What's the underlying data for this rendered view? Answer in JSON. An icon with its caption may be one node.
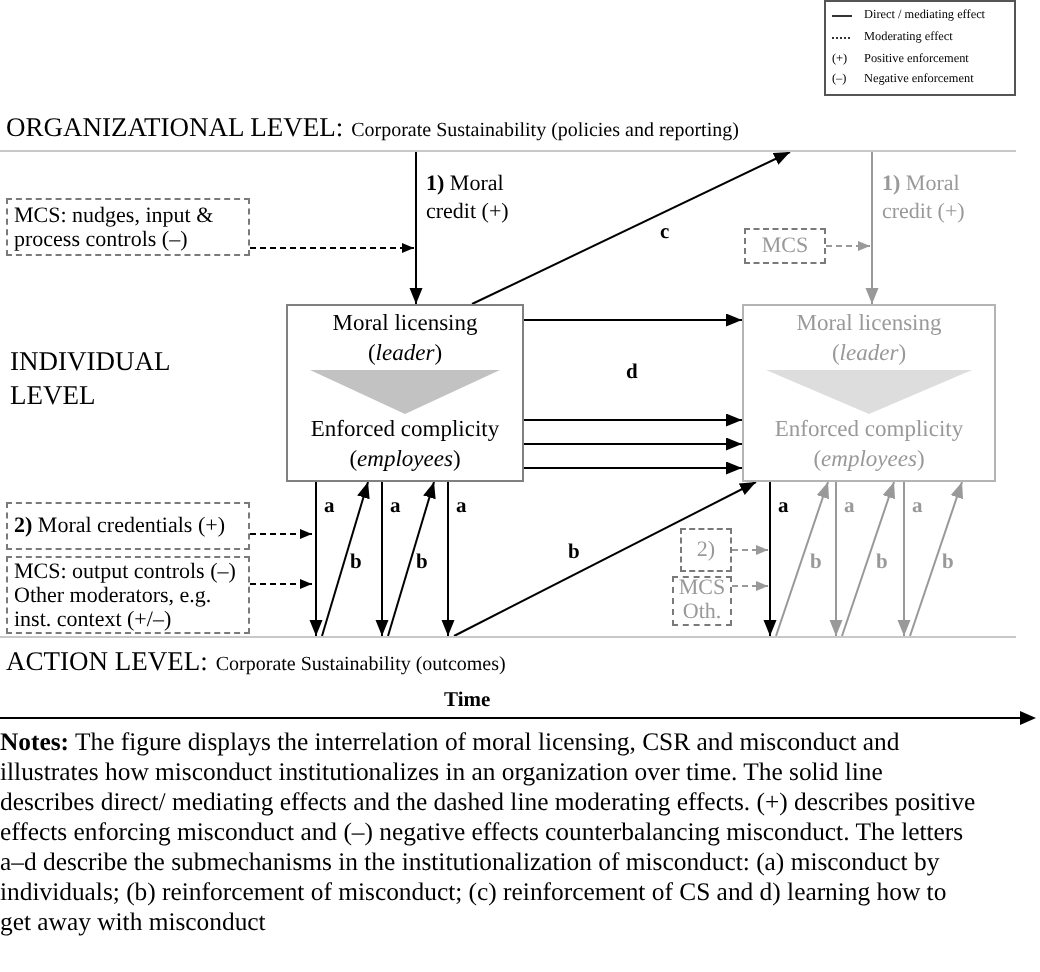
{
  "diagram": {
    "nodes": [
      {
        "text": [
          "ORGANIZATIONAL LEVEL:",
          "Corporate Sustainability (policies and reporting)"
        ]
      },
      {
        "text": [
          "MCS: nudges, input & process controls (–)"
        ]
      },
      {
        "text": [
          "MCS"
        ]
      },
      {
        "text": [
          "Moral licensing (*leader*)",
          "Enforced complicity (*employees*)"
        ]
      },
      {
        "text": [
          "Moral licensing (*leader*)",
          "Enforced complicity (*employees*)"
        ]
      },
      {
        "text": [
          "**2)** Moral credentials (+)"
        ]
      },
      {
        "text": [
          "MCS: output controls (–)",
          "Other moderators, e.g. inst. context (+/–)"
        ]
      },
      {
        "text": [
          "2)"
        ]
      },
      {
        "text": [
          "MCS",
          "Oth."
        ]
      },
      {
        "text": [
          "ACTION LEVEL:",
          "Corporate Sustainability (outcomes)"
        ]
      }
    ],
    "edges": [
      {
        "from": 0,
        "to": 3,
        "arrow": "to",
        "label": "**1)** Moral credit (+)"
      },
      {
        "from": 1,
        "to": null,
        "arrow": "to",
        "style": "dashed"
      },
      {
        "from": 3,
        "to": 0,
        "arrow": "to",
        "label": "c"
      },
      {
        "from": 0,
        "to": 4,
        "arrow": "to",
        "label": "**1)** Moral credit (+)",
        "color": "#999999"
      },
      {
        "from": 2,
        "to": null,
        "arrow": "to",
        "style": "dashed",
        "color": "#999999"
      },
      {
        "from": 3,
        "to": 4,
        "arrow": "to",
        "label": "d"
      },
      {
        "from": 3,
        "to": 4,
        "arrow": "to"
      },
      {
        "from": 3,
        "to": 4,
        "arrow": "to"
      },
      {
        "from": 3,
        "to": 4,
        "arrow": "to"
      },
      {
        "from": 3,
        "to": 9,
        "arrow": "to",
        "label": "a"
      },
      {
        "from": 9,
        "to": 3,
        "arrow": "to",
        "label": "b"
      },
      {
        "from": 3,
        "to": 9,
        "arrow": "to",
        "label": "a"
      },
      {
        "from": 9,
        "to": 3,
        "arrow": "to",
        "label": "b"
      },
      {
        "from": 3,
        "to": 9,
        "arrow": "to",
        "label": "a"
      },
      {
        "from": 9,
        "to": 4,
        "arrow": "to",
        "label": "b"
      },
      {
        "from": 4,
        "to": 9,
        "arrow": "to",
        "label": "a"
      },
      {
        "from": 9,
        "to": 4,
        "arrow": "to",
        "label": "b",
        "color": "#999999"
      },
      {
        "from": 4,
        "to": 9,
        "arrow": "to",
        "label": "a",
        "color": "#999999"
      },
      {
        "from": 9,
        "to": 4,
        "arrow": "to",
        "label": "b",
        "color": "#999999"
      },
      {
        "from": 4,
        "to": 9,
        "arrow": "to",
        "label": "a",
        "color": "#999999"
      },
      {
        "from": 9,
        "to": 4,
        "arrow": "to",
        "label": "b",
        "color": "#999999"
      },
      {
        "from": 5,
        "to": null,
        "arrow": "to",
        "style": "dashed"
      },
      {
        "from": 6,
        "to": null,
        "arrow": "to",
        "style": "dashed"
      },
      {
        "from": 7,
        "to": null,
        "arrow": "to",
        "style": "dashed",
        "color": "#999999"
      },
      {
        "from": 8,
        "to": null,
        "arrow": "to",
        "style": "dashed",
        "color": "#999999"
      }
    ],
    "labels": [
      "(+)",
      "(–)",
      "INDIVIDUAL LEVEL",
      "Time"
    ],
    "legend": [
      {
        "text": "Direct / mediating effect"
      },
      {
        "text": "Moderating effect"
      },
      {
        "text": "Positive enforcement"
      },
      {
        "text": "Negative enforcement"
      }
    ],
    "caption": "**Notes:** The figure displays the interrelation of moral licensing, CSR and misconduct and illustrates how misconduct institutionalizes in an organization over time. The solid line describes direct/ mediating effects and the dashed line moderating effects. (+) describes positive effects enforcing misconduct and (–) negative effects counterbalancing misconduct. The letters a–d describe the submechanisms in the institutionalization of misconduct: (a) misconduct by individuals; (b) reinforcement of misconduct; (c) reinforcement of CS and d) learning how to get away with misconduct"
  }
}
